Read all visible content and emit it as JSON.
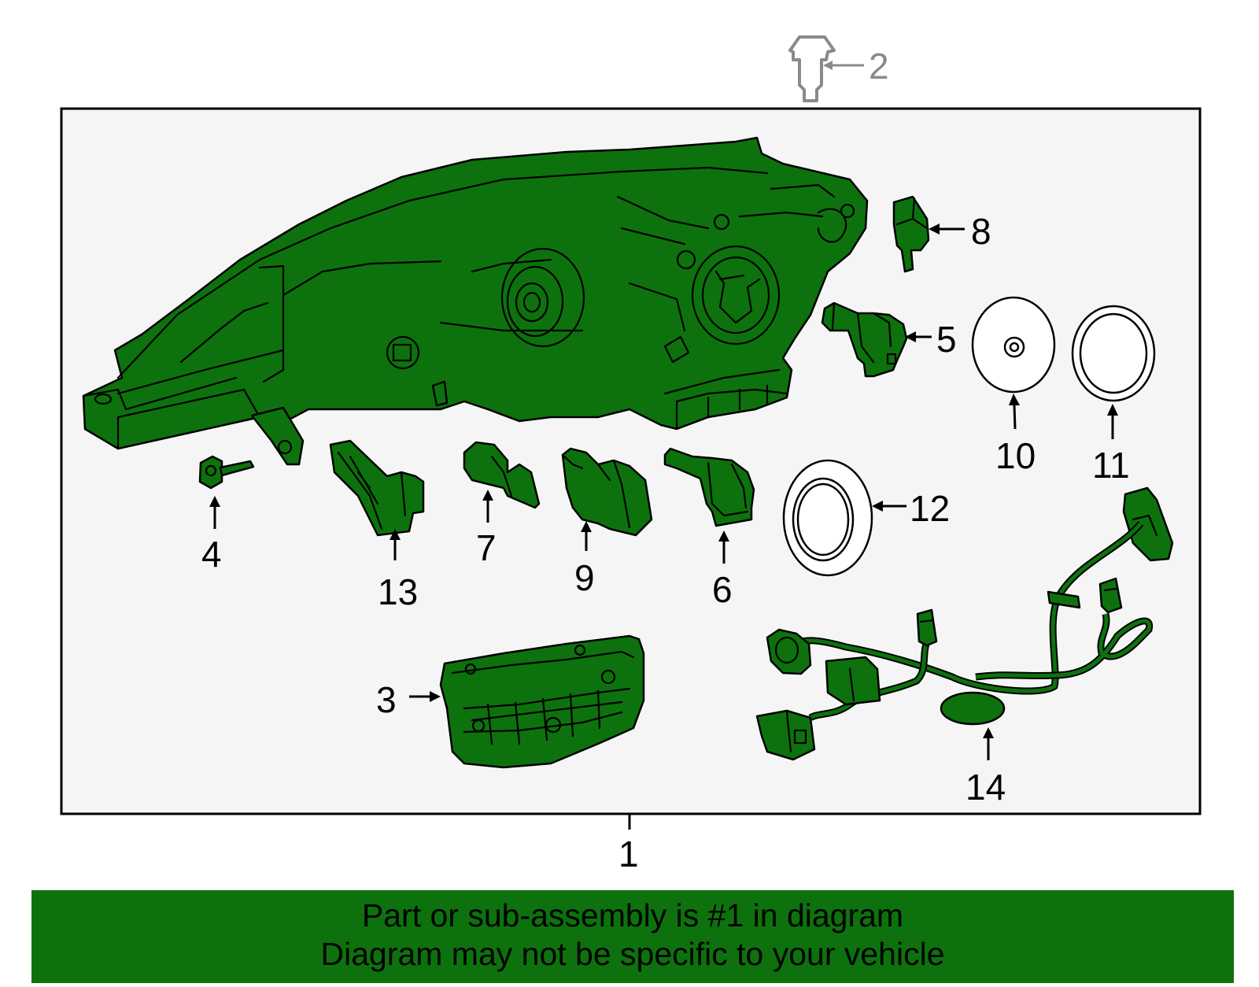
{
  "diagram": {
    "callouts": {
      "c1": "1",
      "c2": "2",
      "c3": "3",
      "c4": "4",
      "c5": "5",
      "c6": "6",
      "c7": "7",
      "c8": "8",
      "c9": "9",
      "c10": "10",
      "c11": "11",
      "c12": "12",
      "c13": "13",
      "c14": "14"
    },
    "colors": {
      "part_fill": "#0d720d",
      "frame_background": "#f5f5f5",
      "reference_part": "#8a8a8a"
    }
  },
  "banner": {
    "line1": "Part or sub-assembly is #1 in diagram",
    "line2": "Diagram may not be specific to your vehicle"
  }
}
